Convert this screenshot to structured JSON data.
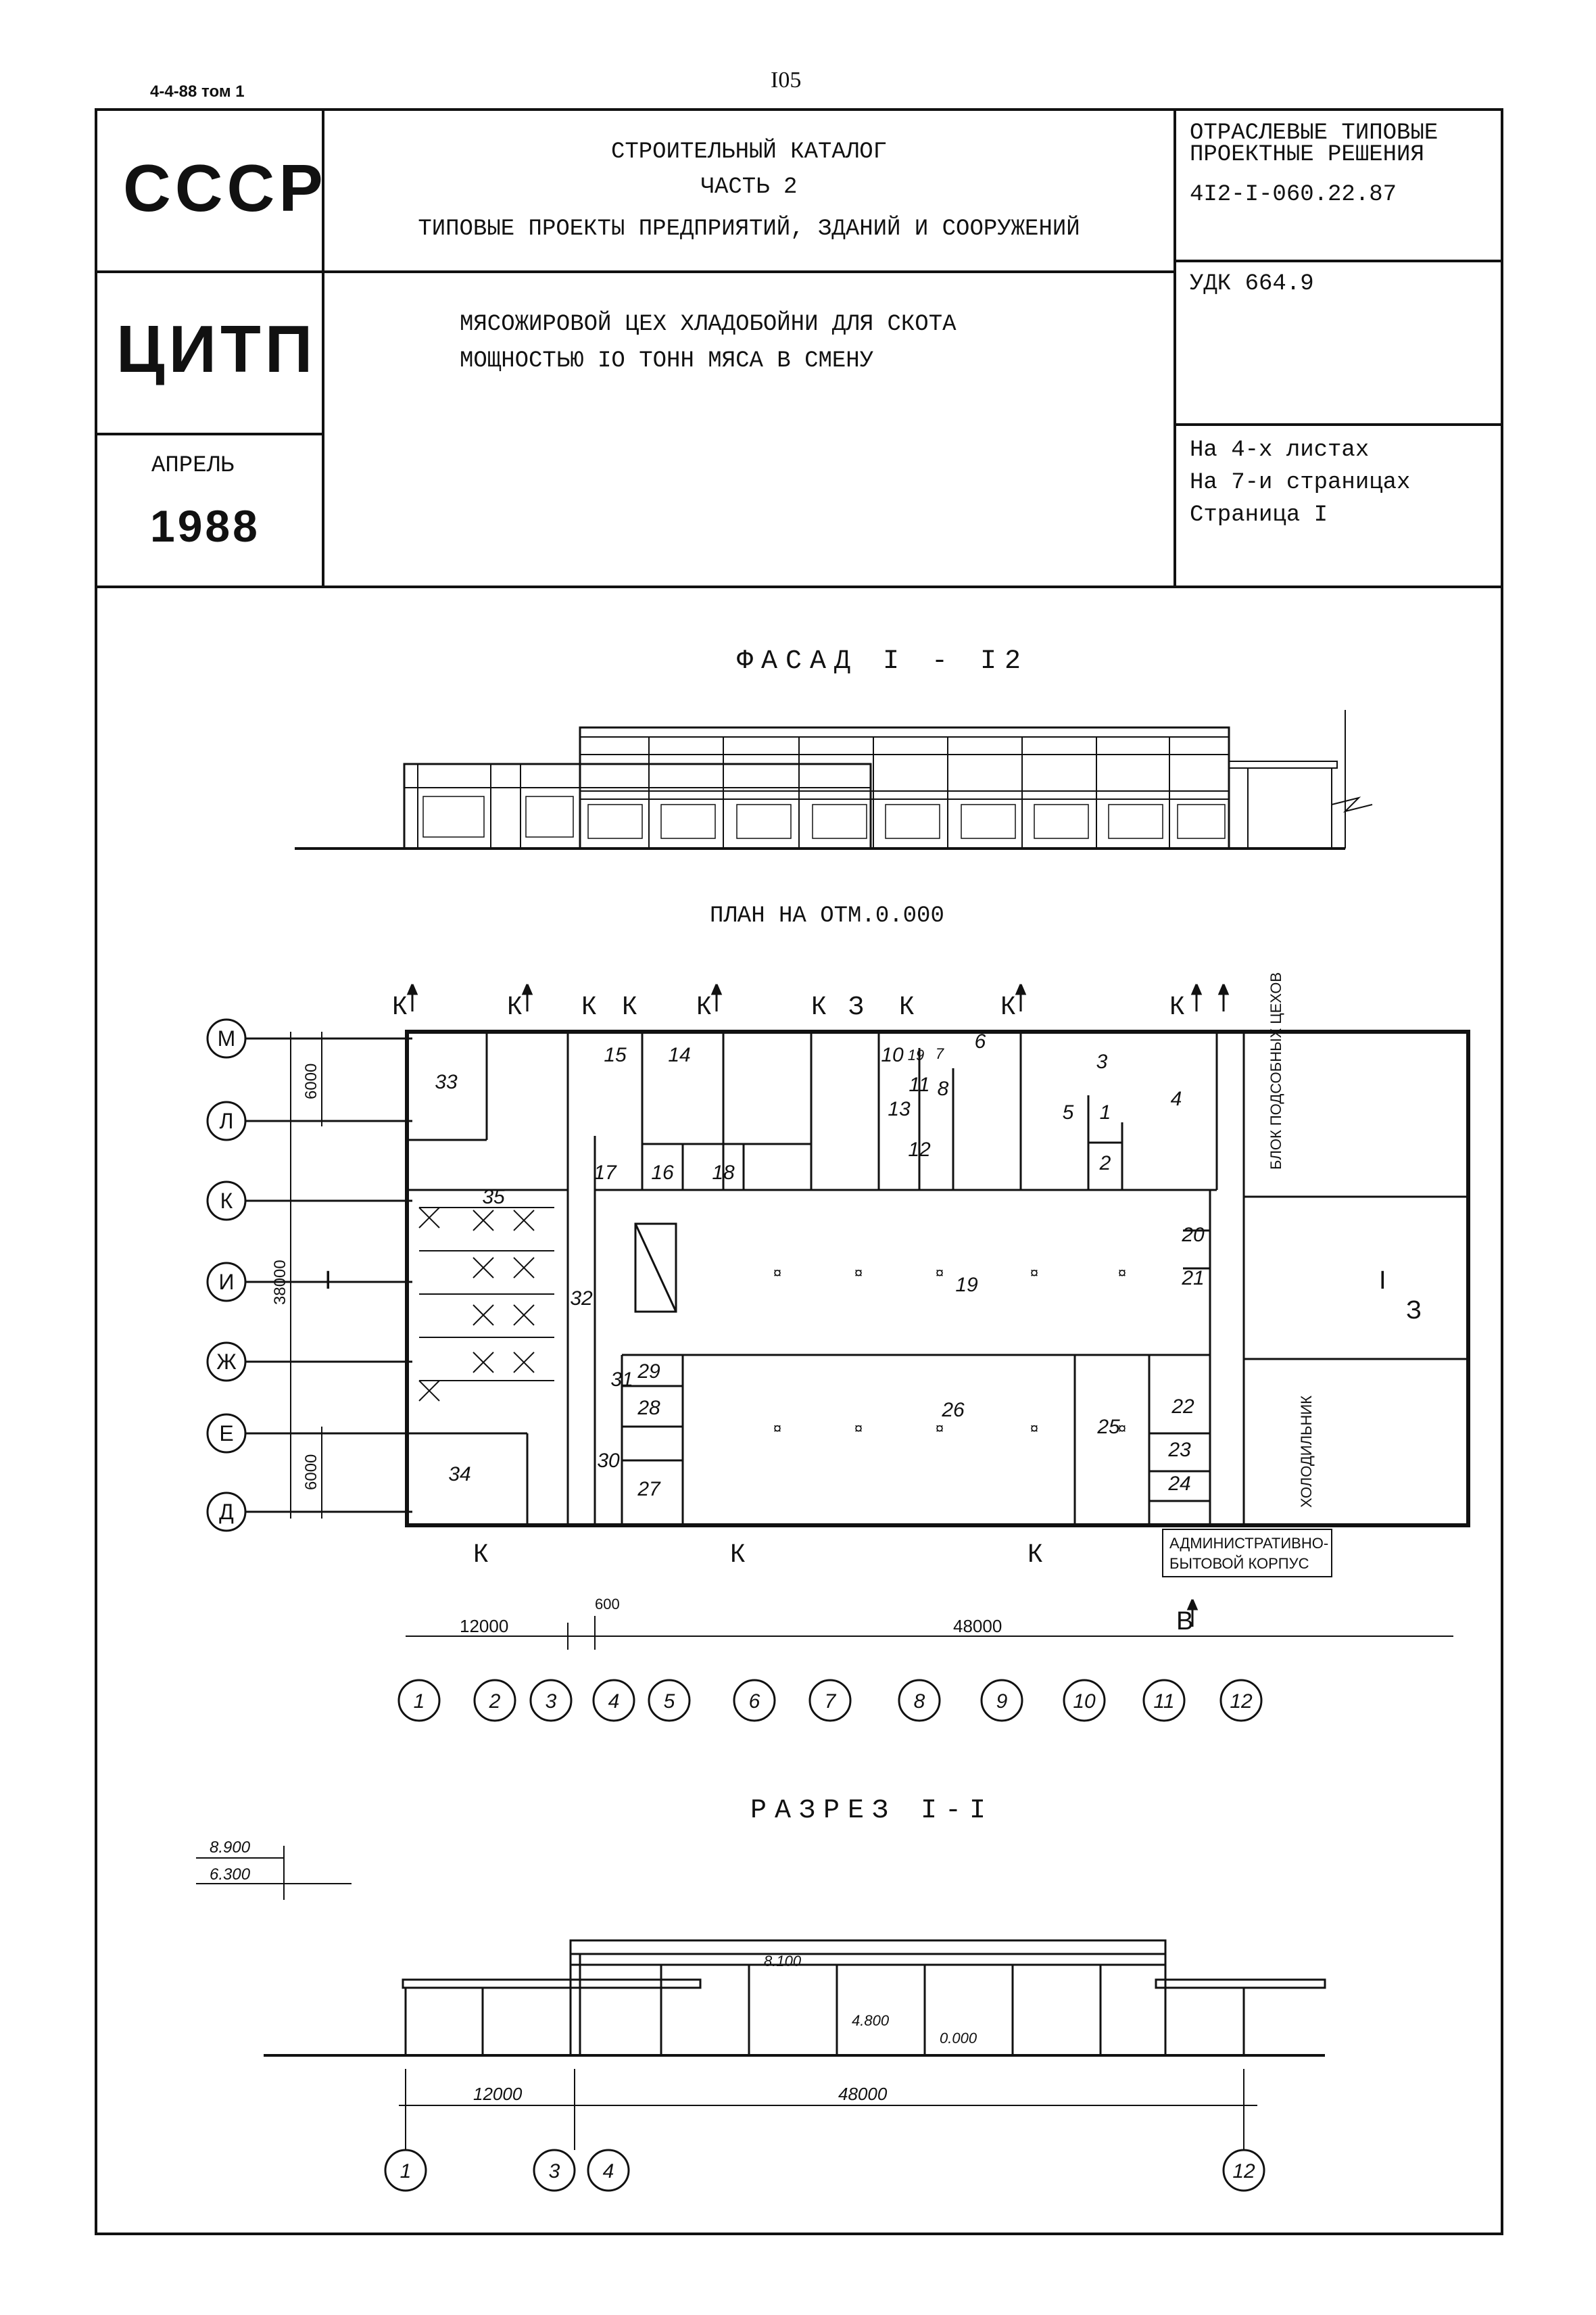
{
  "header": {
    "series_note": "4-4-88 том 1",
    "page_number": "I05",
    "left_box_top": "СССР",
    "left_box_mid": "ЦИТП",
    "left_box_month": "АПРЕЛЬ",
    "left_box_year": "1988",
    "catalog_line1": "СТРОИТЕЛЬНЫЙ КАТАЛОГ",
    "catalog_line2": "ЧАСТЬ 2",
    "catalog_line3": "ТИПОВЫЕ ПРОЕКТЫ ПРЕДПРИЯТИЙ, ЗДАНИЙ И СООРУЖЕНИЙ",
    "project_line1": "МЯСОЖИРОВОЙ ЦЕХ ХЛАДОБОЙНИ ДЛЯ СКОТА",
    "project_line2": "МОЩНОСТЬЮ IO ТОНН МЯСА В СМЕНУ",
    "right_top_line1": "ОТРАСЛЕВЫЕ ТИПОВЫЕ",
    "right_top_line2": "ПРОЕКТНЫЕ РЕШЕНИЯ",
    "right_top_line3": "4I2-I-060.22.87",
    "udk": "УДК 664.9",
    "sheets_line1": "На 4-х  листах",
    "sheets_line2": "На 7-и  страницах",
    "sheets_line3": "Страница I"
  },
  "drawings": {
    "facade_title": "ФАСАД I - I2",
    "plan_title": "ПЛАН НА ОТМ.0.000",
    "section_title": "РАЗРЕЗ I-I",
    "row_axes": [
      "М",
      "Л",
      "К",
      "И",
      "Ж",
      "Е",
      "Д"
    ],
    "col_axes": [
      "1",
      "2",
      "3",
      "4",
      "5",
      "6",
      "7",
      "8",
      "9",
      "10",
      "11",
      "12"
    ],
    "dimensions": {
      "total_height": "38000",
      "top_bay": "6000",
      "bottom_bay": "6000",
      "left_span": "12000",
      "right_span": "48000",
      "joint": "600"
    },
    "rooms": [
      "33",
      "15",
      "14",
      "10",
      "19",
      "7",
      "11",
      "13",
      "8",
      "12",
      "6",
      "5",
      "3",
      "1",
      "2",
      "4",
      "35",
      "17",
      "16",
      "18",
      "20",
      "21",
      "32",
      "19",
      "31",
      "29",
      "26",
      "25",
      "22",
      "28",
      "23",
      "24",
      "34",
      "30",
      "27"
    ],
    "side_labels": {
      "block": "БЛОК ПОДСОБНЫХ ЦЕХОВ",
      "cold": "ХОЛОДИЛЬНИК",
      "admin_line1": "АДМИНИСТРАТИВНО-",
      "admin_line2": "БЫТОВОЙ   КОРПУС"
    },
    "entrance_markers": {
      "k": "К",
      "z": "З",
      "v": "В",
      "cut": "I"
    },
    "section_levels": [
      "8.900",
      "6.300",
      "8.100",
      "4.800",
      "0.000"
    ],
    "section_axes": [
      "1",
      "3",
      "4",
      "12"
    ],
    "section_dims": [
      "12000",
      "48000"
    ]
  }
}
